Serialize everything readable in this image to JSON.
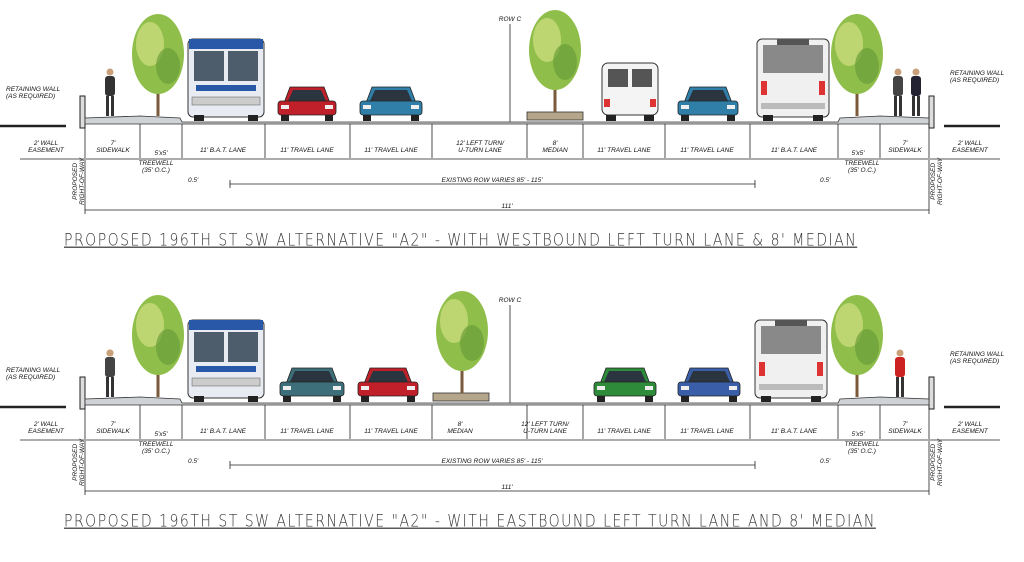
{
  "panels": [
    {
      "title": "PROPOSED 196TH ST SW ALTERNATIVE \"A2\" - WITH WESTBOUND LEFT TURN LANE & 8' MEDIAN",
      "row_cl": "ROW C",
      "labels": {
        "retaining_left": "RETAINING WALL\n(AS REQUIRED)",
        "retaining_right": "RETAINING WALL\n(AS REQUIRED)",
        "wall_left": "2' WALL\nEASEMENT",
        "wall_right": "2' WALL\nEASEMENT",
        "sidewalk_left": "7'\nSIDEWALK",
        "sidewalk_right": "7'\nSIDEWALK",
        "treewell_left_dim": "5'x5'",
        "treewell_left": "TREEWELL\n(35' O.C.)",
        "treewell_right_dim": "5'x5'",
        "treewell_right": "TREEWELL\n(35' O.C.)",
        "prop_row_left": "PROPOSED\nRIGHT-OF-WAY",
        "prop_row_right": "PROPOSED\nRIGHT-OF-WAY",
        "gutter_left": "0.5'",
        "gutter_right": "0.5'",
        "existing_row": "EXISTING ROW VARIES 85' - 115'",
        "total": "111'"
      },
      "lanes": [
        "11' B.A.T. LANE",
        "11' TRAVEL LANE",
        "11' TRAVEL LANE",
        "12' LEFT TURN/\nU-TURN LANE",
        "8'\nMEDIAN",
        "11' TRAVEL LANE",
        "11' TRAVEL LANE",
        "11' B.A.T. LANE"
      ]
    },
    {
      "title": "PROPOSED 196TH ST SW ALTERNATIVE \"A2\" - WITH EASTBOUND LEFT TURN LANE AND 8' MEDIAN",
      "row_cl": "ROW C",
      "labels": {
        "retaining_left": "RETAINING WALL\n(AS REQUIRED)",
        "retaining_right": "RETAINING WALL\n(AS REQUIRED)",
        "wall_left": "2' WALL\nEASEMENT",
        "wall_right": "2' WALL\nEASEMENT",
        "sidewalk_left": "7'\nSIDEWALK",
        "sidewalk_right": "7'\nSIDEWALK",
        "treewell_left_dim": "5'x5'",
        "treewell_left": "TREEWELL\n(35' O.C.)",
        "treewell_right_dim": "5'x5'",
        "treewell_right": "TREEWELL\n(35' O.C.)",
        "prop_row_left": "PROPOSED\nRIGHT-OF-WAY",
        "prop_row_right": "PROPOSED\nRIGHT-OF-WAY",
        "gutter_left": "0.5'",
        "gutter_right": "0.5'",
        "existing_row": "EXISTING ROW VARIES 85' - 115'",
        "total": "111'"
      },
      "lanes": [
        "11' B.A.T. LANE",
        "11' TRAVEL LANE",
        "11' TRAVEL LANE",
        "8'\nMEDIAN",
        "12' LEFT TURN/\nU-TURN LANE",
        "11' TRAVEL LANE",
        "11' TRAVEL LANE",
        "11' B.A.T. LANE"
      ]
    }
  ],
  "colors": {
    "tree_leaf": "#8fbf4a",
    "tree_leaf_light": "#c9dc7a",
    "bus_blue": "#2a58a8",
    "car_red": "#c0202a",
    "car_teal": "#2f7fa8",
    "car_green": "#2e8b3a",
    "car_blue": "#3a5fa8"
  }
}
